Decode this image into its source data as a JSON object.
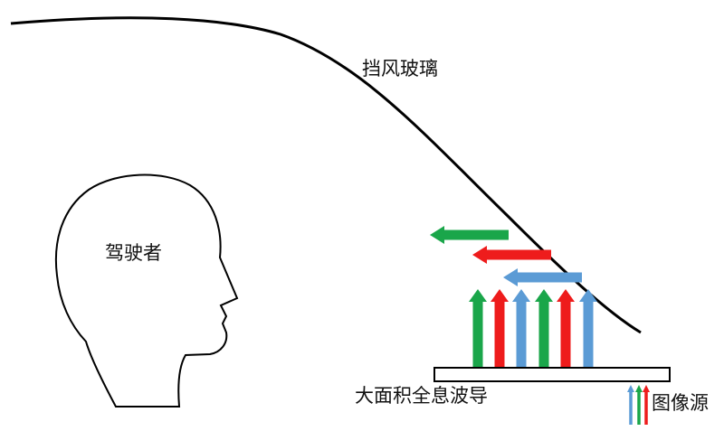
{
  "labels": {
    "windshield": "挡风玻璃",
    "driver": "驾驶者",
    "waveguide": "大面积全息波导",
    "image_source": "图像源"
  },
  "colors": {
    "green": "#1aa64a",
    "red": "#ee1c1c",
    "blue": "#5b9bd5",
    "stroke": "#000000"
  },
  "icons": {
    "driver": "head-silhouette-icon",
    "windshield": "curved-line",
    "waveguide": "rectangle",
    "rays": "arrow-icon"
  },
  "vertical_ray_colors": [
    "green",
    "red",
    "blue",
    "green",
    "red",
    "blue"
  ],
  "reflected_ray_colors": [
    "green",
    "red",
    "blue"
  ],
  "source_ray_colors": [
    "blue",
    "green",
    "red"
  ]
}
